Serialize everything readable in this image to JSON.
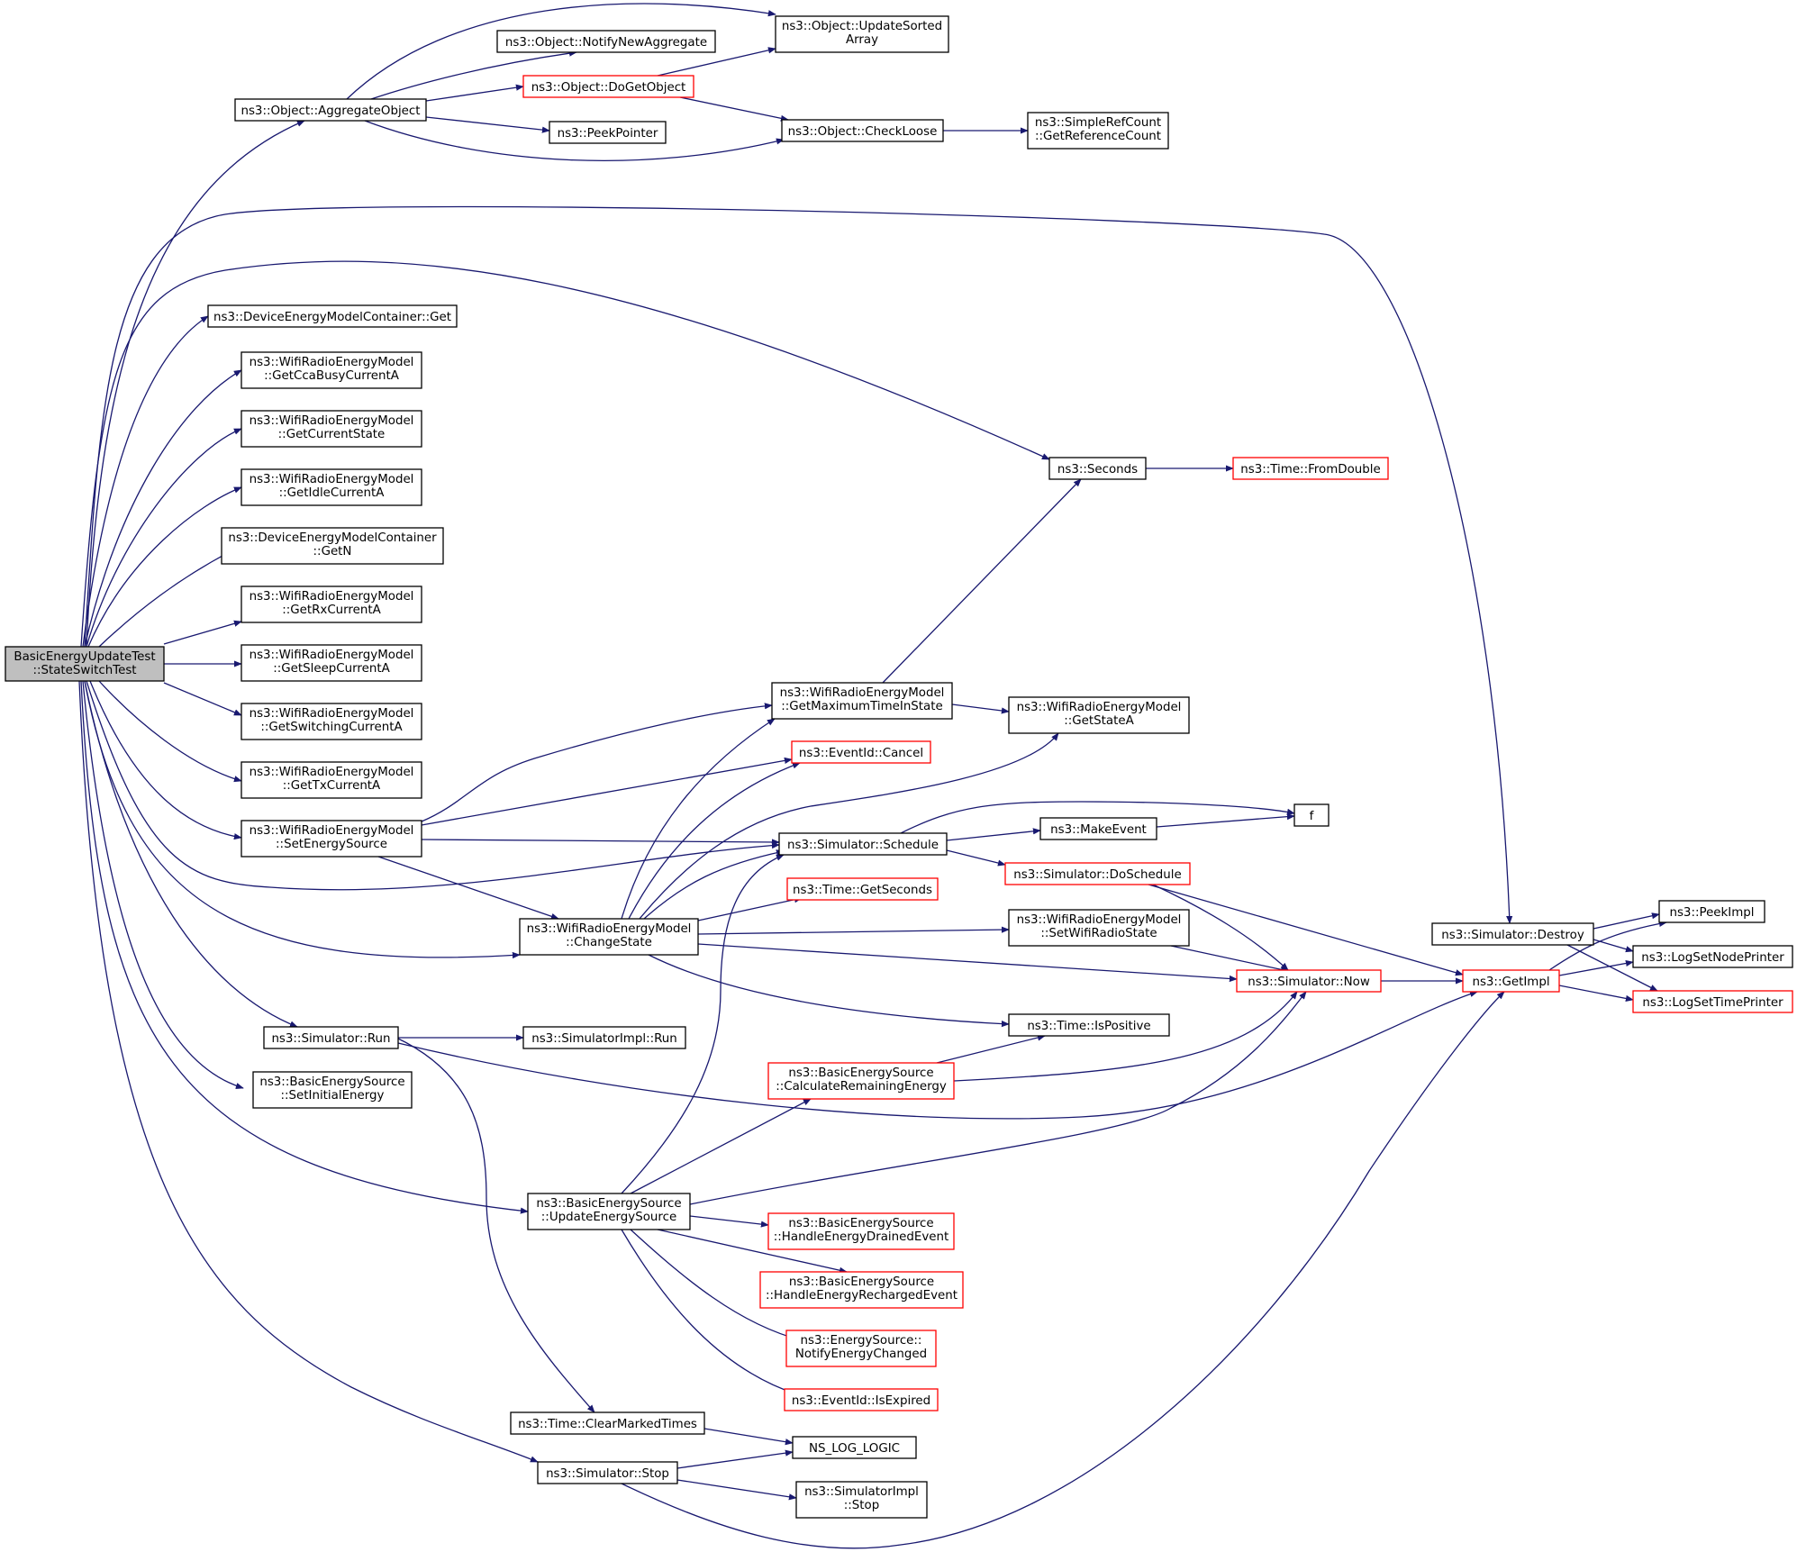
{
  "nodes": {
    "root": [
      "BasicEnergyUpdateTest",
      "::StateSwitchTest"
    ],
    "aggregate": [
      "ns3::Object::AggregateObject"
    ],
    "notifyNew": [
      "ns3::Object::NotifyNewAggregate"
    ],
    "doGetObject": [
      "ns3::Object::DoGetObject"
    ],
    "peekPointer": [
      "ns3::PeekPointer"
    ],
    "updateSorted": [
      "ns3::Object::UpdateSorted",
      "Array"
    ],
    "checkLoose": [
      "ns3::Object::CheckLoose"
    ],
    "getRefCount": [
      "ns3::SimpleRefCount",
      "::GetReferenceCount"
    ],
    "demcGet": [
      "ns3::DeviceEnergyModelContainer::Get"
    ],
    "getCcaBusy": [
      "ns3::WifiRadioEnergyModel",
      "::GetCcaBusyCurrentA"
    ],
    "getCurrentState": [
      "ns3::WifiRadioEnergyModel",
      "::GetCurrentState"
    ],
    "getIdle": [
      "ns3::WifiRadioEnergyModel",
      "::GetIdleCurrentA"
    ],
    "demcGetN": [
      "ns3::DeviceEnergyModelContainer",
      "::GetN"
    ],
    "getRx": [
      "ns3::WifiRadioEnergyModel",
      "::GetRxCurrentA"
    ],
    "getSleep": [
      "ns3::WifiRadioEnergyModel",
      "::GetSleepCurrentA"
    ],
    "getSwitching": [
      "ns3::WifiRadioEnergyModel",
      "::GetSwitchingCurrentA"
    ],
    "getTx": [
      "ns3::WifiRadioEnergyModel",
      "::GetTxCurrentA"
    ],
    "setEnergySource": [
      "ns3::WifiRadioEnergyModel",
      "::SetEnergySource"
    ],
    "changeState": [
      "ns3::WifiRadioEnergyModel",
      "::ChangeState"
    ],
    "simRun": [
      "ns3::Simulator::Run"
    ],
    "setInitial": [
      "ns3::BasicEnergySource",
      "::SetInitialEnergy"
    ],
    "updateES": [
      "ns3::BasicEnergySource",
      "::UpdateEnergySource"
    ],
    "clearMarked": [
      "ns3::Time::ClearMarkedTimes"
    ],
    "simStop": [
      "ns3::Simulator::Stop"
    ],
    "seconds": [
      "ns3::Seconds"
    ],
    "fromDouble": [
      "ns3::Time::FromDouble"
    ],
    "getMaxTime": [
      "ns3::WifiRadioEnergyModel",
      "::GetMaximumTimeInState"
    ],
    "getStateA": [
      "ns3::WifiRadioEnergyModel",
      "::GetStateA"
    ],
    "cancel": [
      "ns3::EventId::Cancel"
    ],
    "schedule": [
      "ns3::Simulator::Schedule"
    ],
    "makeEvent": [
      "ns3::MakeEvent"
    ],
    "f": [
      "f"
    ],
    "doSchedule": [
      "ns3::Simulator::DoSchedule"
    ],
    "getSeconds": [
      "ns3::Time::GetSeconds"
    ],
    "setWifiRadioState": [
      "ns3::WifiRadioEnergyModel",
      "::SetWifiRadioState"
    ],
    "now": [
      "ns3::Simulator::Now"
    ],
    "isPositive": [
      "ns3::Time::IsPositive"
    ],
    "simImplRun": [
      "ns3::SimulatorImpl::Run"
    ],
    "calcRemaining": [
      "ns3::BasicEnergySource",
      "::CalculateRemainingEnergy"
    ],
    "handleDrained": [
      "ns3::BasicEnergySource",
      "::HandleEnergyDrainedEvent"
    ],
    "handleRecharged": [
      "ns3::BasicEnergySource",
      "::HandleEnergyRechargedEvent"
    ],
    "notifyChanged": [
      "ns3::EnergySource::",
      "NotifyEnergyChanged"
    ],
    "isExpired": [
      "ns3::EventId::IsExpired"
    ],
    "nsLogLogic": [
      "NS_LOG_LOGIC"
    ],
    "simImplStop": [
      "ns3::SimulatorImpl",
      "::Stop"
    ],
    "destroy": [
      "ns3::Simulator::Destroy"
    ],
    "getImpl": [
      "ns3::GetImpl"
    ],
    "peekImpl": [
      "ns3::PeekImpl"
    ],
    "logNode": [
      "ns3::LogSetNodePrinter"
    ],
    "logTime": [
      "ns3::LogSetTimePrinter"
    ]
  },
  "edge_color": "#191970",
  "node_border_color": "#000000",
  "highlight_border_color": "#ff0000",
  "root_fill_color": "#bfbfbf"
}
